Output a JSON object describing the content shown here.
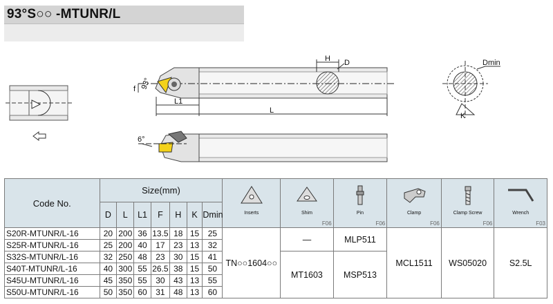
{
  "header": {
    "title": "93°S○○ -MTUNR/L"
  },
  "drawing": {
    "labels": {
      "h": "H",
      "d": "D",
      "dmin": "Dmin",
      "l1": "L1",
      "l": "L",
      "f": "f",
      "angle93": "93°",
      "angle6": "6°"
    }
  },
  "table": {
    "code_header": "Code No.",
    "size_header": "Size(mm)",
    "size_columns": [
      "D",
      "L",
      "L1",
      "F",
      "H",
      "K",
      "Dmin"
    ],
    "parts": [
      {
        "name": "Inserts",
        "icon": "insert-icon",
        "ref": ""
      },
      {
        "name": "Shim",
        "icon": "shim-icon",
        "ref": "F06"
      },
      {
        "name": "Pin",
        "icon": "pin-icon",
        "ref": "F06"
      },
      {
        "name": "Clamp",
        "icon": "clamp-icon",
        "ref": "F06"
      },
      {
        "name": "Clamp Screw",
        "icon": "screw-icon",
        "ref": "F06"
      },
      {
        "name": "Wrench",
        "icon": "wrench-icon",
        "ref": "F03"
      }
    ],
    "rows": [
      {
        "code": "S20R-MTUNR/L-16",
        "D": "20",
        "L": "200",
        "L1": "36",
        "F": "13.5",
        "H": "18",
        "K": "15",
        "Dmin": "25"
      },
      {
        "code": "S25R-MTUNR/L-16",
        "D": "25",
        "L": "200",
        "L1": "40",
        "F": "17",
        "H": "23",
        "K": "13",
        "Dmin": "32"
      },
      {
        "code": "S32S-MTUNR/L-16",
        "D": "32",
        "L": "250",
        "L1": "48",
        "F": "23",
        "H": "30",
        "K": "15",
        "Dmin": "41"
      },
      {
        "code": "S40T-MTUNR/L-16",
        "D": "40",
        "L": "300",
        "L1": "55",
        "F": "26.5",
        "H": "38",
        "K": "15",
        "Dmin": "50"
      },
      {
        "code": "S45U-MTUNR/L-16",
        "D": "45",
        "L": "350",
        "L1": "55",
        "F": "30",
        "H": "43",
        "K": "13",
        "Dmin": "55"
      },
      {
        "code": "S50U-MTUNR/L-16",
        "D": "50",
        "L": "350",
        "L1": "60",
        "F": "31",
        "H": "48",
        "K": "13",
        "Dmin": "60"
      }
    ],
    "insert_value": "TN○○1604○○",
    "shim_small": "—",
    "shim_large": "MT1603",
    "pin_small": "MLP511",
    "pin_large": "MSP513",
    "clamp_value": "MCL1511",
    "screw_value": "WS05020",
    "wrench_value": "S2.5L"
  }
}
